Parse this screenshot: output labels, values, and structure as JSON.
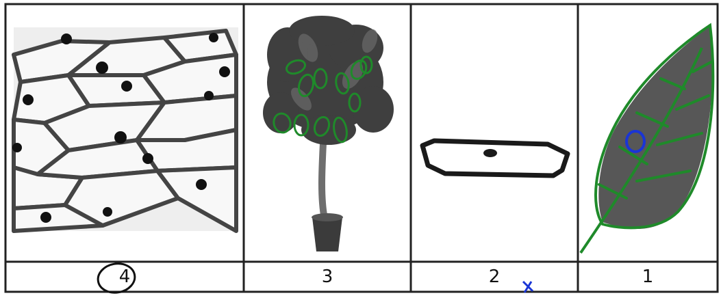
{
  "panels": [
    {
      "label": "4",
      "depicts": "plant-cells"
    },
    {
      "label": "3",
      "depicts": "potted-tree"
    },
    {
      "label": "2",
      "depicts": "single-cell"
    },
    {
      "label": "1",
      "depicts": "leaf"
    }
  ],
  "colors": {
    "ink": "#111111",
    "green_marker": "#1f8a2a",
    "blue_marker": "#1a35d6"
  }
}
